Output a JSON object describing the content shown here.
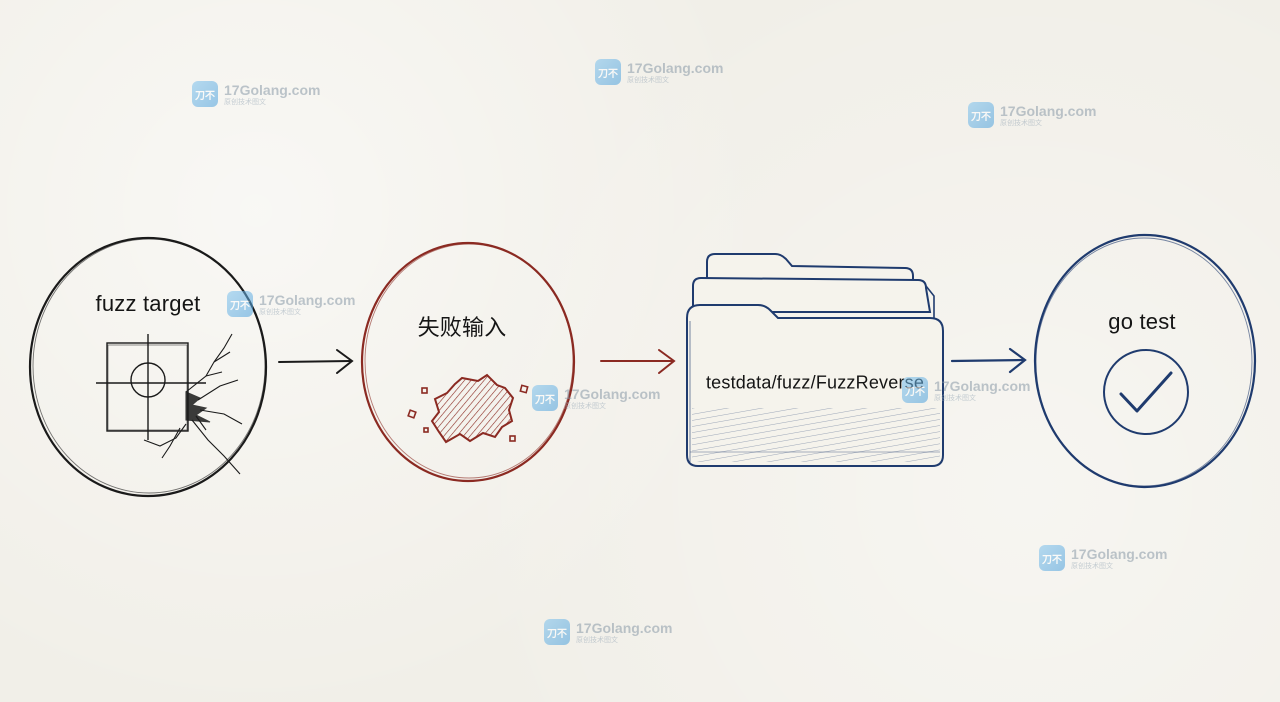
{
  "diagram": {
    "nodes": [
      {
        "id": "fuzz-target",
        "label": "fuzz target"
      },
      {
        "id": "failing-input",
        "label": "失败输入"
      },
      {
        "id": "testdata-folder",
        "label": "testdata/fuzz/FuzzReverse"
      },
      {
        "id": "go-test",
        "label": "go test"
      }
    ],
    "edges": [
      {
        "from": "fuzz-target",
        "to": "failing-input"
      },
      {
        "from": "failing-input",
        "to": "testdata-folder"
      },
      {
        "from": "testdata-folder",
        "to": "go-test"
      }
    ],
    "colors": {
      "fuzz_target": "#1a1a1a",
      "failing_input": "#8b2a22",
      "testdata_folder": "#1f3b6e",
      "go_test": "#1f3b6e",
      "background": "#f1efe8"
    }
  },
  "watermark": {
    "logo_text": "刀不",
    "name": "17Golang.com",
    "subtitle": "原创技术图文"
  }
}
